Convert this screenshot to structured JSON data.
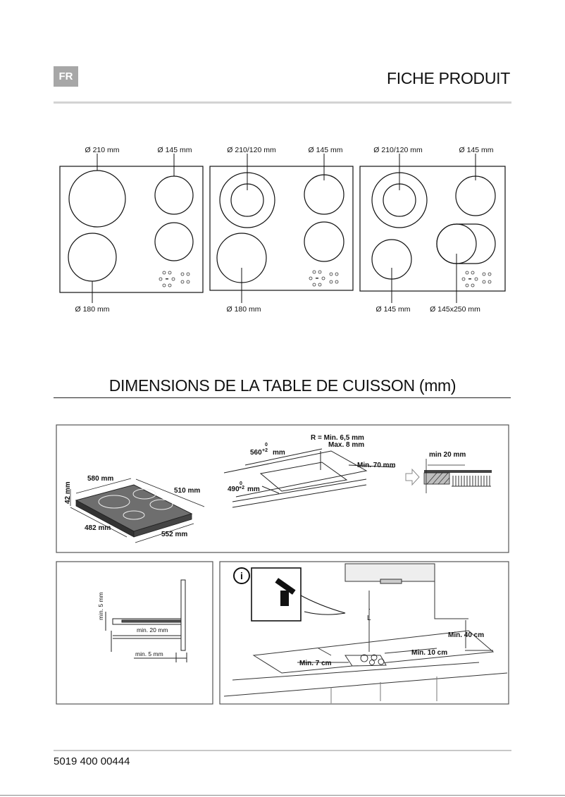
{
  "header": {
    "lang": "FR",
    "title": "FICHE PRODUIT"
  },
  "hobs": [
    {
      "top_labels": [
        "Ø 210 mm",
        "Ø 145 mm"
      ],
      "bottom_labels": [
        "Ø 180 mm"
      ]
    },
    {
      "top_labels": [
        "Ø 210/120 mm",
        "Ø 145 mm"
      ],
      "bottom_labels": [
        "Ø 180 mm"
      ]
    },
    {
      "top_labels": [
        "Ø 210/120 mm",
        "Ø 145 mm"
      ],
      "bottom_labels": [
        "Ø 145 mm",
        "Ø 145x250 mm"
      ]
    }
  ],
  "section": {
    "title": "DIMENSIONS DE LA TABLE DE CUISSON (mm)"
  },
  "dimensions": {
    "width": "580 mm",
    "depth": "510 mm",
    "height": "42 mm",
    "inner_width": "552 mm",
    "inner_depth": "482 mm",
    "cutout_width": "560",
    "cutout_depth": "490",
    "tol_top": "0",
    "tol_bottom": "+2",
    "unit": "mm",
    "radius": "R = Min. 6,5 mm",
    "max": "Max. 8 mm",
    "min_70": "Min. 70 mm",
    "min_20": "min 20 mm"
  },
  "side_detail": {
    "min_5_vertical": "min. 5 mm",
    "min_20": "min. 20 mm",
    "min_5": "min. 5 mm"
  },
  "install": {
    "info_icon": "i",
    "min_40": "Min. 40 cm",
    "min_10": "Min. 10 cm",
    "min_7": "Min. 7 cm",
    "l_label": "L"
  },
  "footer": {
    "code": "5019 400 00444"
  }
}
